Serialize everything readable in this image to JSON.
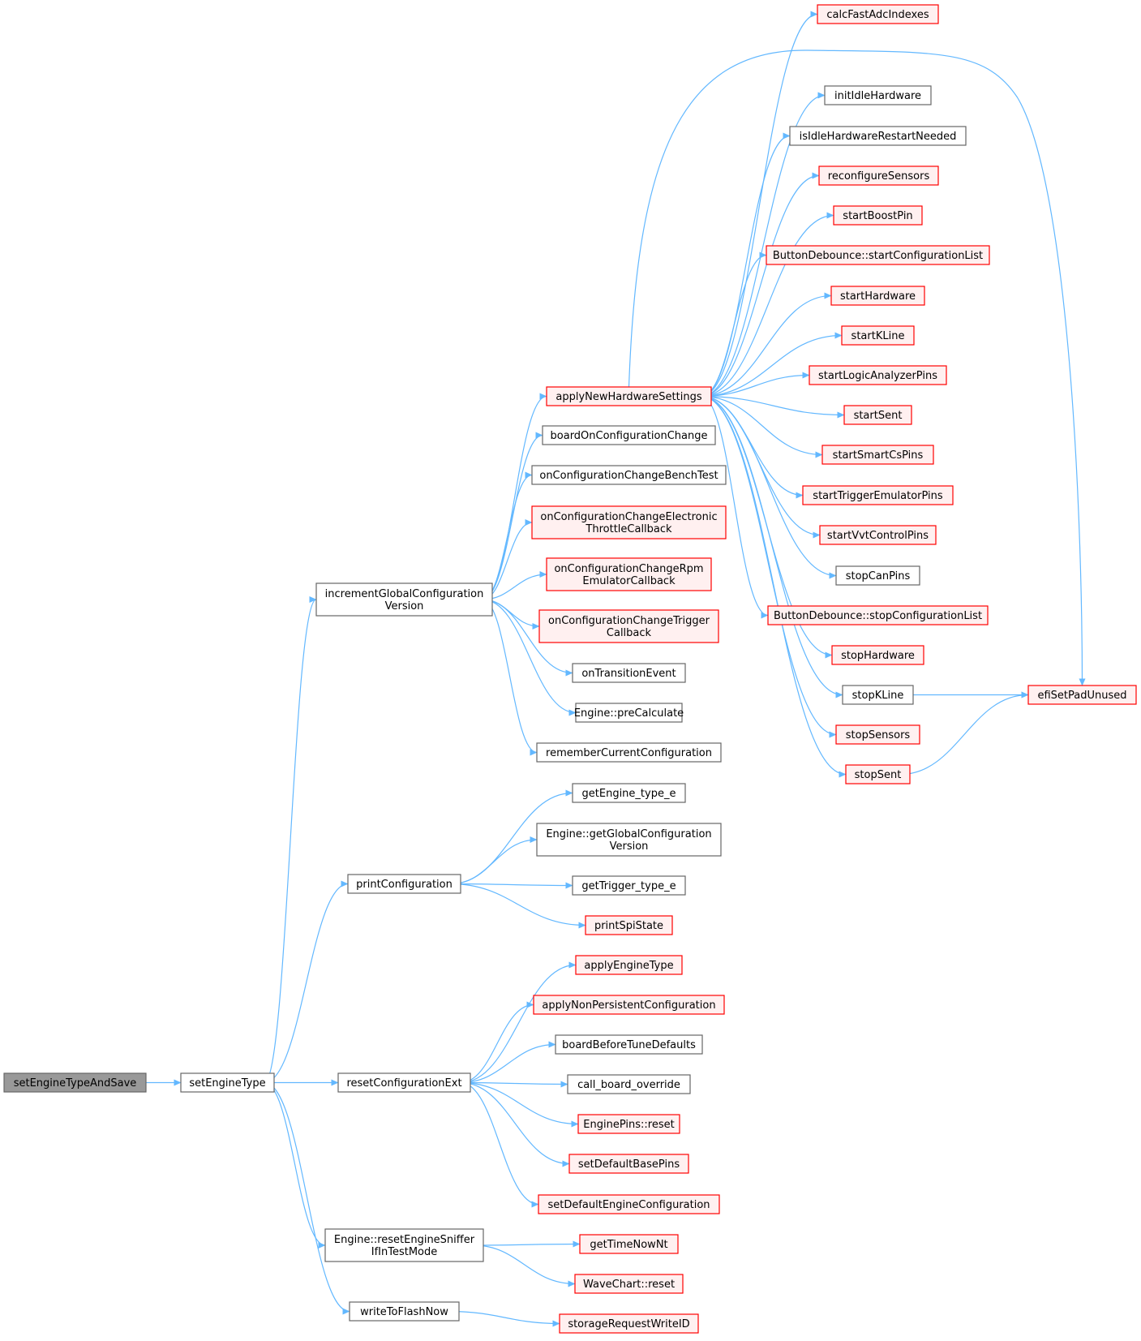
{
  "colors": {
    "edge": "#63b8ff",
    "node_fill": "#ffffff",
    "node_stroke": "#666666",
    "truncated_fill": "#fff0f0",
    "truncated_stroke": "#ff0000",
    "root_fill": "#999999"
  },
  "nodes": {
    "setEngineTypeAndSave": {
      "lines": [
        "setEngineTypeAndSave"
      ],
      "style": "root"
    },
    "setEngineType": {
      "lines": [
        "setEngineType"
      ],
      "style": "plain"
    },
    "incrementGlobalConfigurationVersion": {
      "lines": [
        "incrementGlobalConfiguration",
        "Version"
      ],
      "style": "plain"
    },
    "printConfiguration": {
      "lines": [
        "printConfiguration"
      ],
      "style": "plain"
    },
    "resetConfigurationExt": {
      "lines": [
        "resetConfigurationExt"
      ],
      "style": "plain"
    },
    "resetEngineSnifferIfInTestMode": {
      "lines": [
        "Engine::resetEngineSniffer",
        "IfInTestMode"
      ],
      "style": "plain"
    },
    "writeToFlashNow": {
      "lines": [
        "writeToFlashNow"
      ],
      "style": "plain"
    },
    "applyNewHardwareSettings": {
      "lines": [
        "applyNewHardwareSettings"
      ],
      "style": "red"
    },
    "boardOnConfigurationChange": {
      "lines": [
        "boardOnConfigurationChange"
      ],
      "style": "plain"
    },
    "onConfigurationChangeBenchTest": {
      "lines": [
        "onConfigurationChangeBenchTest"
      ],
      "style": "plain"
    },
    "onConfigurationChangeElectronicThrottleCallback": {
      "lines": [
        "onConfigurationChangeElectronic",
        "ThrottleCallback"
      ],
      "style": "red"
    },
    "onConfigurationChangeRpmEmulatorCallback": {
      "lines": [
        "onConfigurationChangeRpm",
        "EmulatorCallback"
      ],
      "style": "red"
    },
    "onConfigurationChangeTriggerCallback": {
      "lines": [
        "onConfigurationChangeTrigger",
        "Callback"
      ],
      "style": "red"
    },
    "onTransitionEvent": {
      "lines": [
        "onTransitionEvent"
      ],
      "style": "plain"
    },
    "preCalculate": {
      "lines": [
        "Engine::preCalculate"
      ],
      "style": "plain"
    },
    "rememberCurrentConfiguration": {
      "lines": [
        "rememberCurrentConfiguration"
      ],
      "style": "plain"
    },
    "getEngine_type_e": {
      "lines": [
        "getEngine_type_e"
      ],
      "style": "plain"
    },
    "getGlobalConfigurationVersion": {
      "lines": [
        "Engine::getGlobalConfiguration",
        "Version"
      ],
      "style": "plain"
    },
    "getTrigger_type_e": {
      "lines": [
        "getTrigger_type_e"
      ],
      "style": "plain"
    },
    "printSpiState": {
      "lines": [
        "printSpiState"
      ],
      "style": "red"
    },
    "applyEngineType": {
      "lines": [
        "applyEngineType"
      ],
      "style": "red"
    },
    "applyNonPersistentConfiguration": {
      "lines": [
        "applyNonPersistentConfiguration"
      ],
      "style": "red"
    },
    "boardBeforeTuneDefaults": {
      "lines": [
        "boardBeforeTuneDefaults"
      ],
      "style": "plain"
    },
    "call_board_override": {
      "lines": [
        "call_board_override"
      ],
      "style": "plain"
    },
    "EnginePinsReset": {
      "lines": [
        "EnginePins::reset"
      ],
      "style": "red"
    },
    "setDefaultBasePins": {
      "lines": [
        "setDefaultBasePins"
      ],
      "style": "red"
    },
    "setDefaultEngineConfiguration": {
      "lines": [
        "setDefaultEngineConfiguration"
      ],
      "style": "red"
    },
    "getTimeNowNt": {
      "lines": [
        "getTimeNowNt"
      ],
      "style": "red"
    },
    "WaveChartReset": {
      "lines": [
        "WaveChart::reset"
      ],
      "style": "red"
    },
    "storageRequestWriteID": {
      "lines": [
        "storageRequestWriteID"
      ],
      "style": "red"
    },
    "calcFastAdcIndexes": {
      "lines": [
        "calcFastAdcIndexes"
      ],
      "style": "red"
    },
    "initIdleHardware": {
      "lines": [
        "initIdleHardware"
      ],
      "style": "plain"
    },
    "isIdleHardwareRestartNeeded": {
      "lines": [
        "isIdleHardwareRestartNeeded"
      ],
      "style": "plain"
    },
    "reconfigureSensors": {
      "lines": [
        "reconfigureSensors"
      ],
      "style": "red"
    },
    "startBoostPin": {
      "lines": [
        "startBoostPin"
      ],
      "style": "red"
    },
    "startConfigurationList": {
      "lines": [
        "ButtonDebounce::startConfigurationList"
      ],
      "style": "red"
    },
    "startHardware": {
      "lines": [
        "startHardware"
      ],
      "style": "red"
    },
    "startKLine": {
      "lines": [
        "startKLine"
      ],
      "style": "red"
    },
    "startLogicAnalyzerPins": {
      "lines": [
        "startLogicAnalyzerPins"
      ],
      "style": "red"
    },
    "startSent": {
      "lines": [
        "startSent"
      ],
      "style": "red"
    },
    "startSmartCsPins": {
      "lines": [
        "startSmartCsPins"
      ],
      "style": "red"
    },
    "startTriggerEmulatorPins": {
      "lines": [
        "startTriggerEmulatorPins"
      ],
      "style": "red"
    },
    "startVvtControlPins": {
      "lines": [
        "startVvtControlPins"
      ],
      "style": "red"
    },
    "stopCanPins": {
      "lines": [
        "stopCanPins"
      ],
      "style": "plain"
    },
    "stopConfigurationList": {
      "lines": [
        "ButtonDebounce::stopConfigurationList"
      ],
      "style": "red"
    },
    "stopHardware": {
      "lines": [
        "stopHardware"
      ],
      "style": "red"
    },
    "stopKLine": {
      "lines": [
        "stopKLine"
      ],
      "style": "plain"
    },
    "stopSensors": {
      "lines": [
        "stopSensors"
      ],
      "style": "red"
    },
    "stopSent": {
      "lines": [
        "stopSent"
      ],
      "style": "red"
    },
    "efiSetPadUnused": {
      "lines": [
        "efiSetPadUnused"
      ],
      "style": "red"
    }
  },
  "edges": [
    [
      "setEngineTypeAndSave",
      "setEngineType"
    ],
    [
      "setEngineType",
      "incrementGlobalConfigurationVersion"
    ],
    [
      "setEngineType",
      "printConfiguration"
    ],
    [
      "setEngineType",
      "resetConfigurationExt"
    ],
    [
      "setEngineType",
      "resetEngineSnifferIfInTestMode"
    ],
    [
      "setEngineType",
      "writeToFlashNow"
    ],
    [
      "incrementGlobalConfigurationVersion",
      "applyNewHardwareSettings"
    ],
    [
      "incrementGlobalConfigurationVersion",
      "boardOnConfigurationChange"
    ],
    [
      "incrementGlobalConfigurationVersion",
      "onConfigurationChangeBenchTest"
    ],
    [
      "incrementGlobalConfigurationVersion",
      "onConfigurationChangeElectronicThrottleCallback"
    ],
    [
      "incrementGlobalConfigurationVersion",
      "onConfigurationChangeRpmEmulatorCallback"
    ],
    [
      "incrementGlobalConfigurationVersion",
      "onConfigurationChangeTriggerCallback"
    ],
    [
      "incrementGlobalConfigurationVersion",
      "onTransitionEvent"
    ],
    [
      "incrementGlobalConfigurationVersion",
      "preCalculate"
    ],
    [
      "incrementGlobalConfigurationVersion",
      "rememberCurrentConfiguration"
    ],
    [
      "printConfiguration",
      "getEngine_type_e"
    ],
    [
      "printConfiguration",
      "getGlobalConfigurationVersion"
    ],
    [
      "printConfiguration",
      "getTrigger_type_e"
    ],
    [
      "printConfiguration",
      "printSpiState"
    ],
    [
      "resetConfigurationExt",
      "applyEngineType"
    ],
    [
      "resetConfigurationExt",
      "applyNonPersistentConfiguration"
    ],
    [
      "resetConfigurationExt",
      "boardBeforeTuneDefaults"
    ],
    [
      "resetConfigurationExt",
      "call_board_override"
    ],
    [
      "resetConfigurationExt",
      "EnginePinsReset"
    ],
    [
      "resetConfigurationExt",
      "setDefaultBasePins"
    ],
    [
      "resetConfigurationExt",
      "setDefaultEngineConfiguration"
    ],
    [
      "resetEngineSnifferIfInTestMode",
      "getTimeNowNt"
    ],
    [
      "resetEngineSnifferIfInTestMode",
      "WaveChartReset"
    ],
    [
      "writeToFlashNow",
      "storageRequestWriteID"
    ],
    [
      "applyNewHardwareSettings",
      "calcFastAdcIndexes"
    ],
    [
      "applyNewHardwareSettings",
      "efiSetPadUnused"
    ],
    [
      "applyNewHardwareSettings",
      "initIdleHardware"
    ],
    [
      "applyNewHardwareSettings",
      "isIdleHardwareRestartNeeded"
    ],
    [
      "applyNewHardwareSettings",
      "reconfigureSensors"
    ],
    [
      "applyNewHardwareSettings",
      "startBoostPin"
    ],
    [
      "applyNewHardwareSettings",
      "startConfigurationList"
    ],
    [
      "applyNewHardwareSettings",
      "startHardware"
    ],
    [
      "applyNewHardwareSettings",
      "startKLine"
    ],
    [
      "applyNewHardwareSettings",
      "startLogicAnalyzerPins"
    ],
    [
      "applyNewHardwareSettings",
      "startSent"
    ],
    [
      "applyNewHardwareSettings",
      "startSmartCsPins"
    ],
    [
      "applyNewHardwareSettings",
      "startTriggerEmulatorPins"
    ],
    [
      "applyNewHardwareSettings",
      "startVvtControlPins"
    ],
    [
      "applyNewHardwareSettings",
      "stopCanPins"
    ],
    [
      "applyNewHardwareSettings",
      "stopConfigurationList"
    ],
    [
      "applyNewHardwareSettings",
      "stopHardware"
    ],
    [
      "applyNewHardwareSettings",
      "stopKLine"
    ],
    [
      "applyNewHardwareSettings",
      "stopSensors"
    ],
    [
      "applyNewHardwareSettings",
      "stopSent"
    ],
    [
      "stopKLine",
      "efiSetPadUnused"
    ],
    [
      "stopSent",
      "efiSetPadUnused"
    ]
  ]
}
